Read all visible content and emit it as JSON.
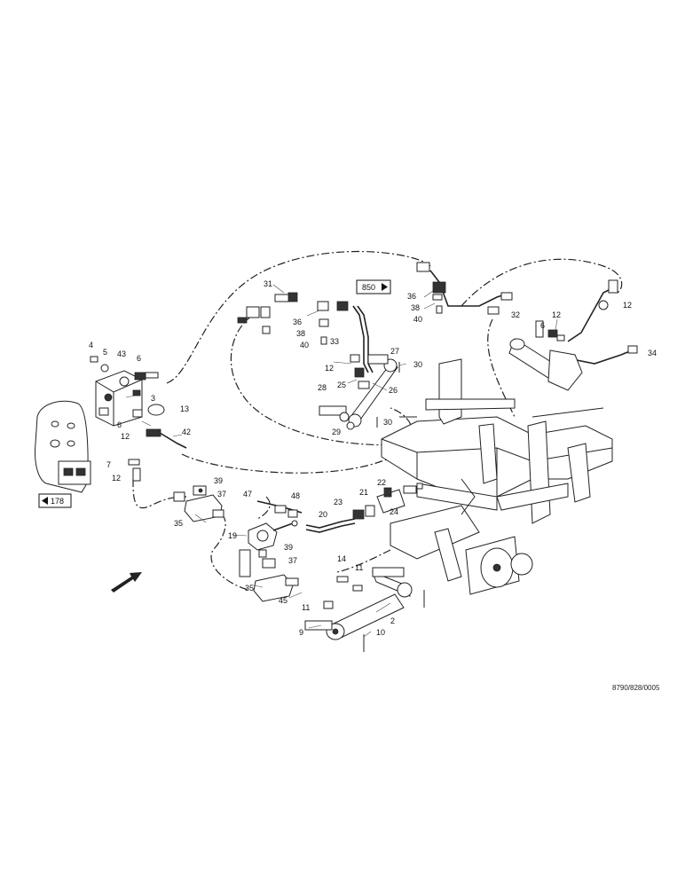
{
  "references": {
    "ref_850": "850",
    "ref_178": "178"
  },
  "drawing_number": "8790/828/0005",
  "labels": {
    "p4": "4",
    "p5": "5",
    "p43": "43",
    "p6a": "6",
    "p3": "3",
    "p13": "13",
    "p6b": "6",
    "p12a": "12",
    "p42": "42",
    "p7": "7",
    "p12b": "12",
    "p31": "31",
    "p36a": "36",
    "p38a": "38",
    "p40a": "40",
    "p33": "33",
    "p27": "27",
    "p30a": "30",
    "p12c": "12",
    "p25": "25",
    "p26": "26",
    "p28": "28",
    "p29": "29",
    "p30b": "30",
    "p36b": "36",
    "p38b": "38",
    "p40b": "40",
    "p32": "32",
    "p6c": "6",
    "p12d": "12",
    "p12e": "12",
    "p34": "34",
    "p39a": "39",
    "p37a": "37",
    "p35a": "35",
    "p47": "47",
    "p48": "48",
    "p23": "23",
    "p21": "21",
    "p22": "22",
    "p20": "20",
    "p24": "24",
    "p19": "19",
    "p39b": "39",
    "p37b": "37",
    "p35b": "35",
    "p14": "14",
    "p11a": "11",
    "p45": "45",
    "p11b": "11",
    "p2": "2",
    "p9": "9",
    "p10": "10"
  }
}
